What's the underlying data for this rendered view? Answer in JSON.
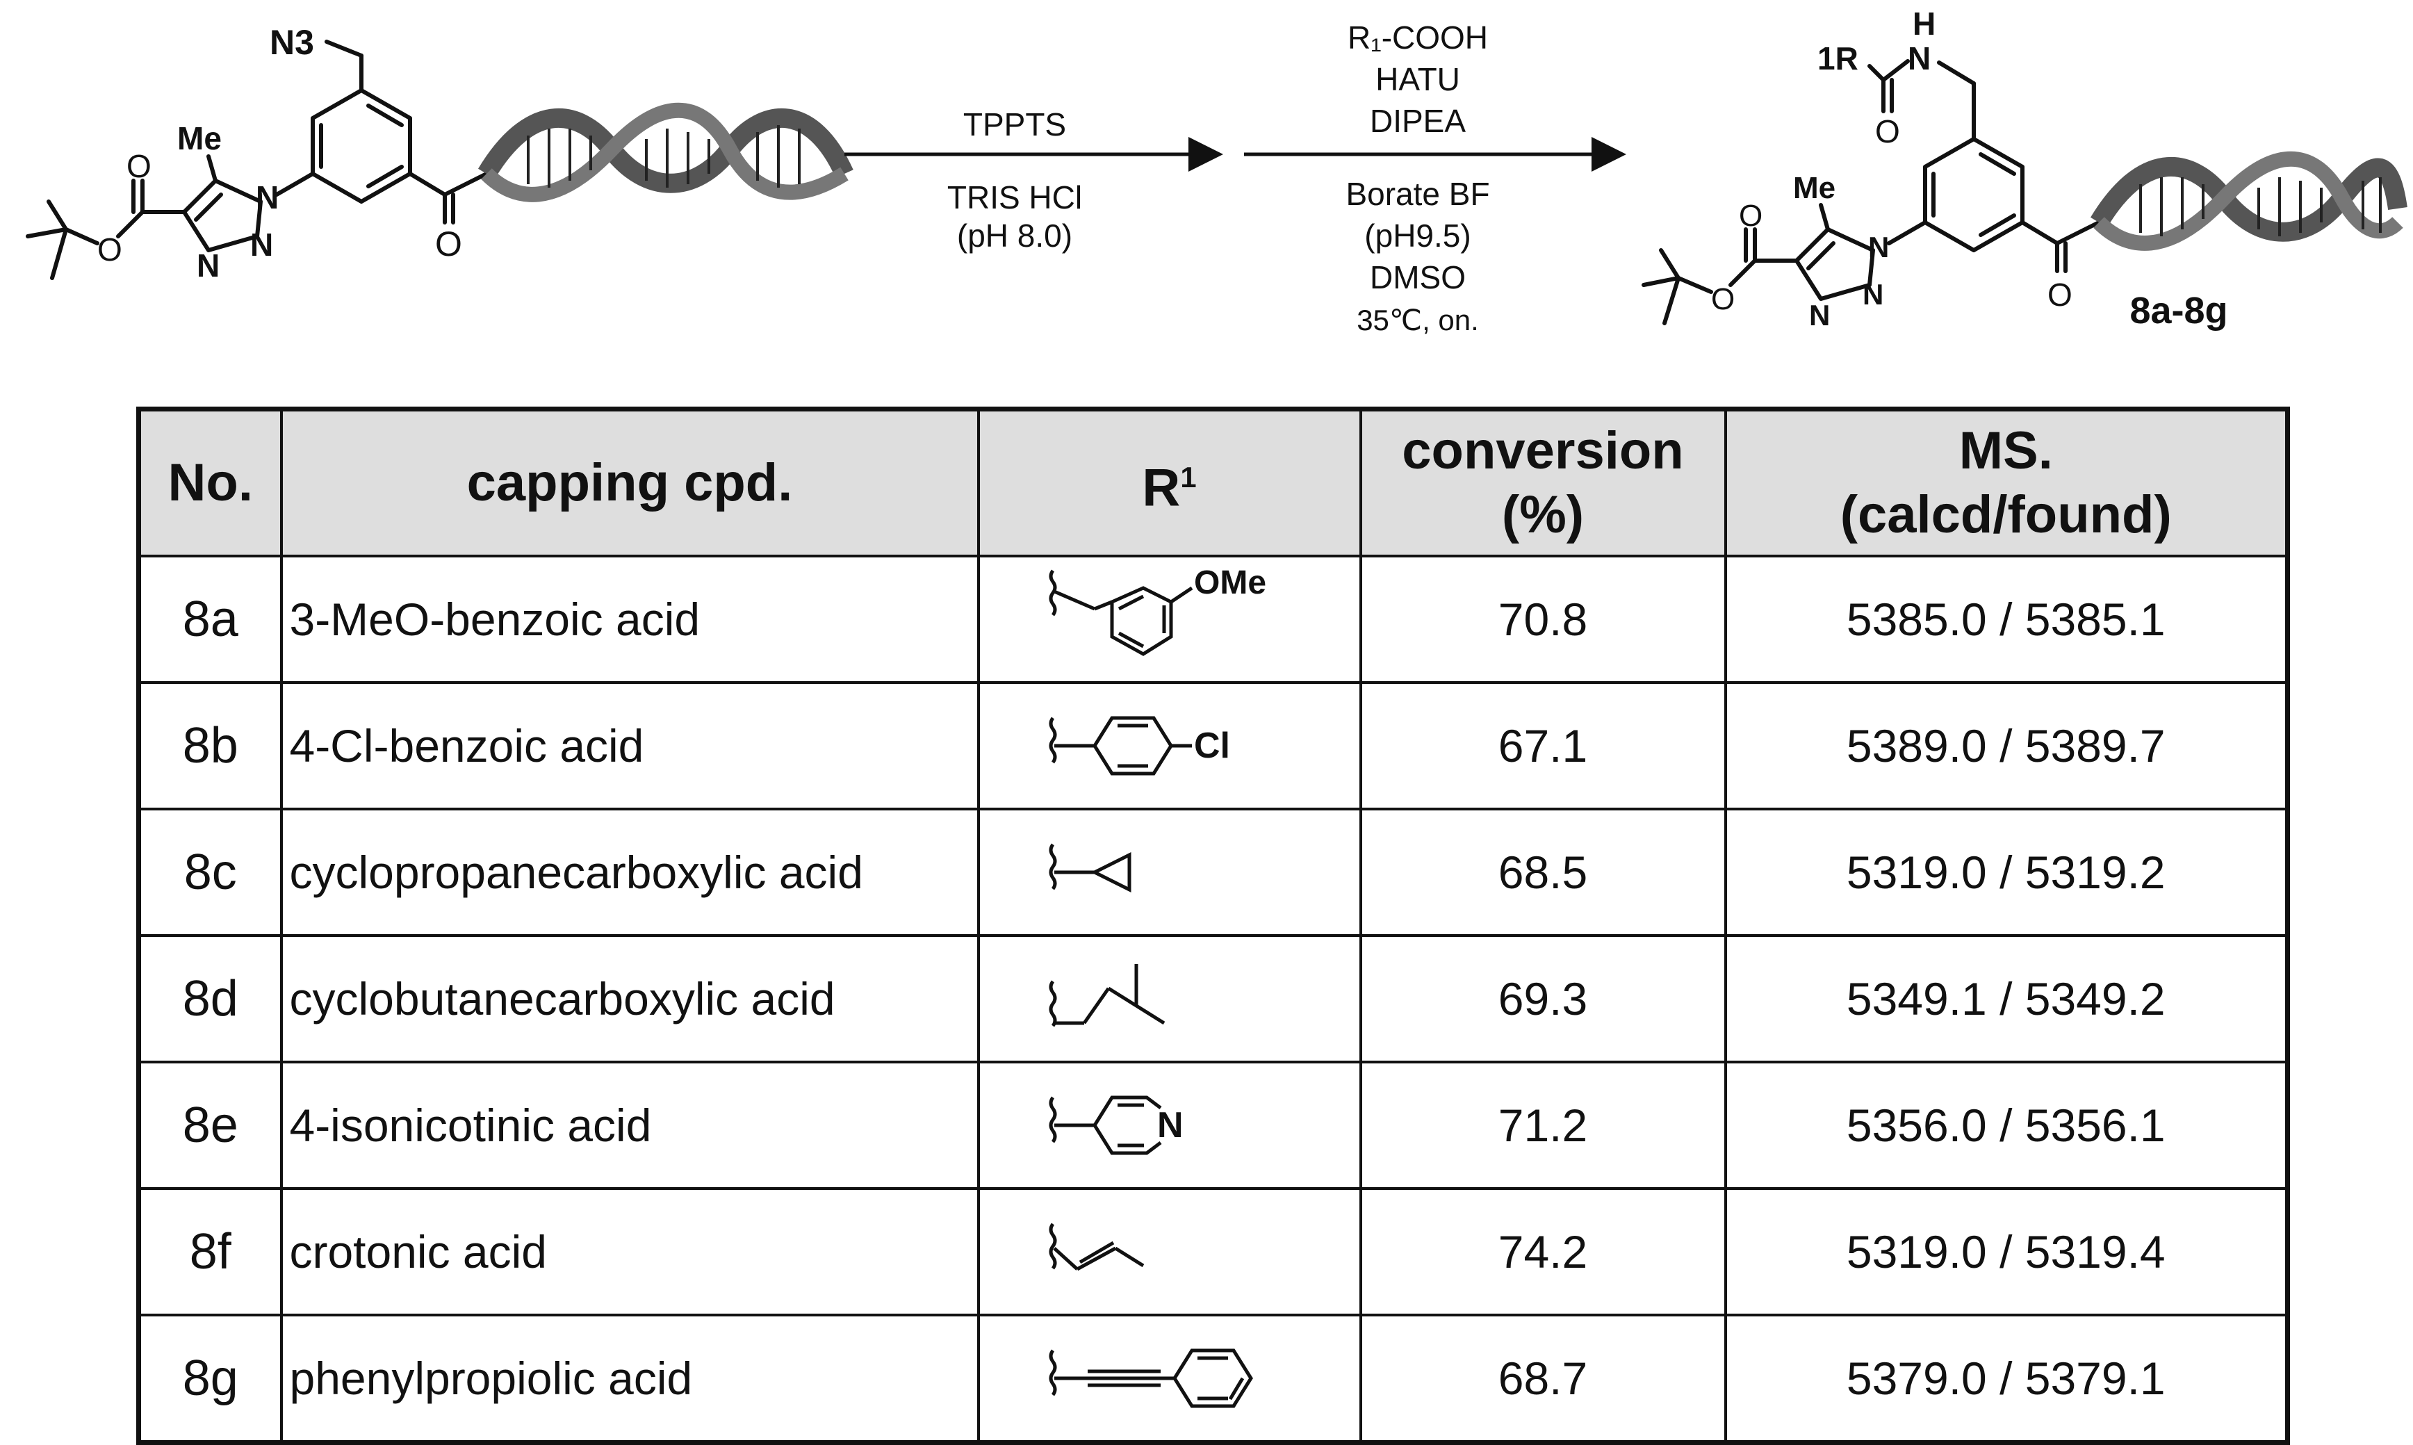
{
  "scheme": {
    "reagents_step1_top": "TPPTS",
    "reagents_step1_bottom": [
      "TRIS HCl",
      "(pH 8.0)"
    ],
    "reagents_step2_top": [
      "R₁-COOH",
      "HATU",
      "DIPEA"
    ],
    "reagents_step2_bottom": [
      "Borate BF",
      "(pH9.5)",
      "DMSO",
      "35℃, on."
    ],
    "sm_labels": {
      "azide": "N3",
      "methyl": "Me",
      "n1": "N",
      "n2": "N",
      "n3": "N",
      "o_ester_ring": "O",
      "o_carbonyl": "O",
      "o_ketone": "O"
    },
    "product_labels": {
      "r": "1R",
      "nh": "N",
      "h": "H",
      "methyl": "Me",
      "o_amide": "O",
      "o_ketone": "O"
    },
    "product_name": "8a-8g"
  },
  "table": {
    "headers": {
      "no": "No.",
      "capping": "capping cpd.",
      "r1_base": "R",
      "r1_sup": "1",
      "conversion_line1": "conversion",
      "conversion_line2": "(%)",
      "ms_line1": "MS.",
      "ms_line2": "(calcd/found)"
    },
    "rows": [
      {
        "no": "8a",
        "capping": "3-MeO-benzoic acid",
        "r1_label": "OMe",
        "r1_structure": "3-methoxyphenyl",
        "conversion": "70.8",
        "ms": "5385.0 / 5385.1"
      },
      {
        "no": "8b",
        "capping": "4-Cl-benzoic acid",
        "r1_label": "Cl",
        "r1_structure": "4-chlorophenyl",
        "conversion": "67.1",
        "ms": "5389.0 / 5389.7"
      },
      {
        "no": "8c",
        "capping": "cyclopropanecarboxylic acid",
        "r1_label": "",
        "r1_structure": "cyclopropyl",
        "conversion": "68.5",
        "ms": "5319.0 / 5319.2"
      },
      {
        "no": "8d",
        "capping": "cyclobutanecarboxylic acid",
        "r1_label": "",
        "r1_structure": "isopentyl",
        "conversion": "69.3",
        "ms": "5349.1 / 5349.2"
      },
      {
        "no": "8e",
        "capping": "4-isonicotinic acid",
        "r1_label": "N",
        "r1_structure": "4-pyridyl",
        "conversion": "71.2",
        "ms": "5356.0 / 5356.1"
      },
      {
        "no": "8f",
        "capping": "crotonic acid",
        "r1_label": "",
        "r1_structure": "propenyl",
        "conversion": "74.2",
        "ms": "5319.0 / 5319.4"
      },
      {
        "no": "8g",
        "capping": "phenylpropiolic acid",
        "r1_label": "",
        "r1_structure": "phenylethynyl",
        "conversion": "68.7",
        "ms": "5379.0 / 5379.1"
      }
    ]
  },
  "colors": {
    "header_fill": "#dedede",
    "dna": "#555555",
    "ink": "#111111"
  }
}
